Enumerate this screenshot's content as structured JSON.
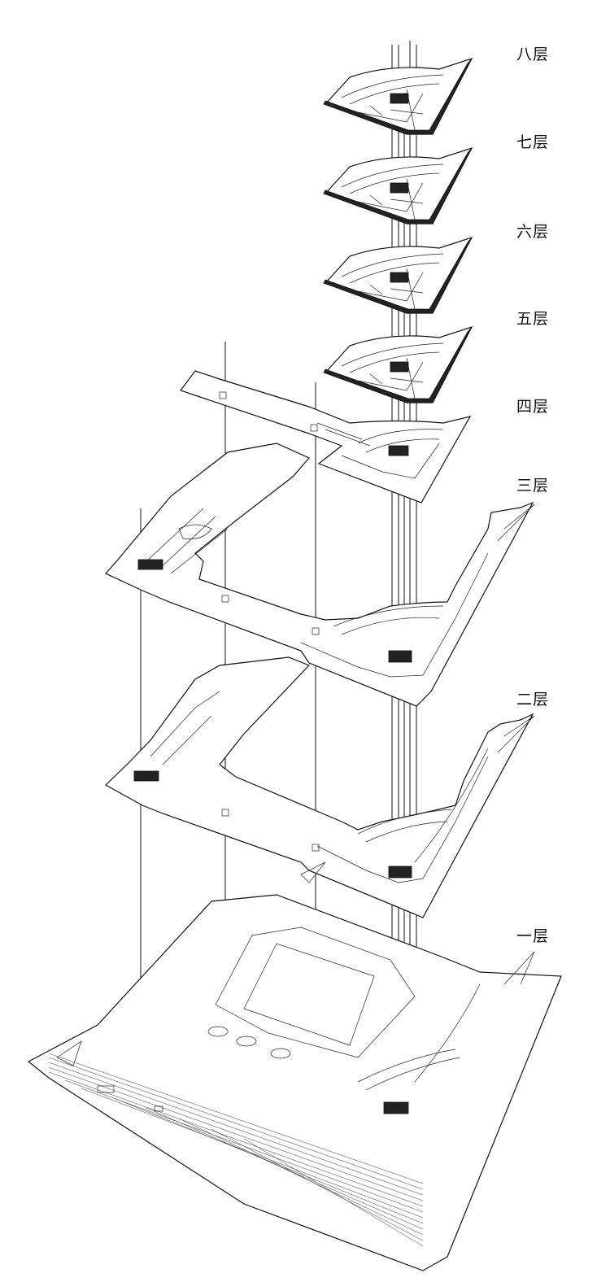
{
  "floors": [
    {
      "id": "f8",
      "label": "八层"
    },
    {
      "id": "f7",
      "label": "七层"
    },
    {
      "id": "f6",
      "label": "六层"
    },
    {
      "id": "f5",
      "label": "五层"
    },
    {
      "id": "f4",
      "label": "四层"
    },
    {
      "id": "f3",
      "label": "三层"
    },
    {
      "id": "f2",
      "label": "二层"
    },
    {
      "id": "f1",
      "label": "一层"
    }
  ],
  "colors": {
    "line": "#111111",
    "background": "#ffffff"
  }
}
